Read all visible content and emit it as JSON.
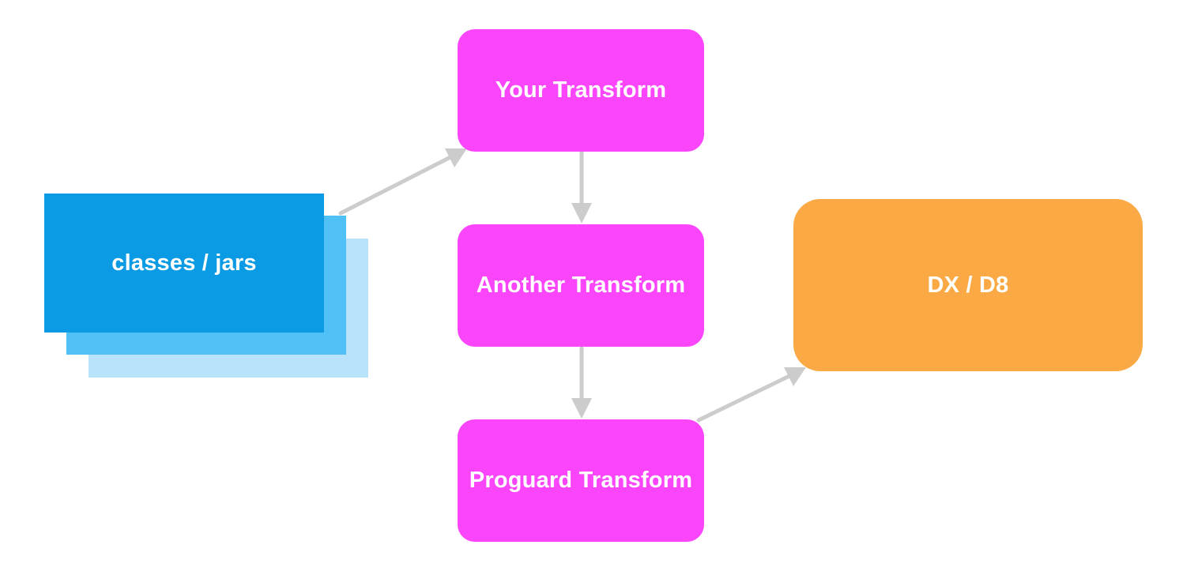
{
  "colors": {
    "background": "#ffffff",
    "source_front": "#0a9be4",
    "source_middle": "#4fc1f6",
    "source_back": "#b8e3fa",
    "transform": "#fb45fb",
    "output": "#fba945",
    "connector": "#cccccc",
    "label_text": "#ffffff"
  },
  "nodes": {
    "source": {
      "label": "classes / jars"
    },
    "your_transform": {
      "label": "Your Transform"
    },
    "another_transform": {
      "label": "Another Transform"
    },
    "proguard_transform": {
      "label": "Proguard Transform"
    },
    "output": {
      "label": "DX / D8"
    }
  },
  "edges": [
    {
      "from": "source",
      "to": "your_transform"
    },
    {
      "from": "your_transform",
      "to": "another_transform"
    },
    {
      "from": "another_transform",
      "to": "proguard_transform"
    },
    {
      "from": "proguard_transform",
      "to": "output"
    }
  ]
}
